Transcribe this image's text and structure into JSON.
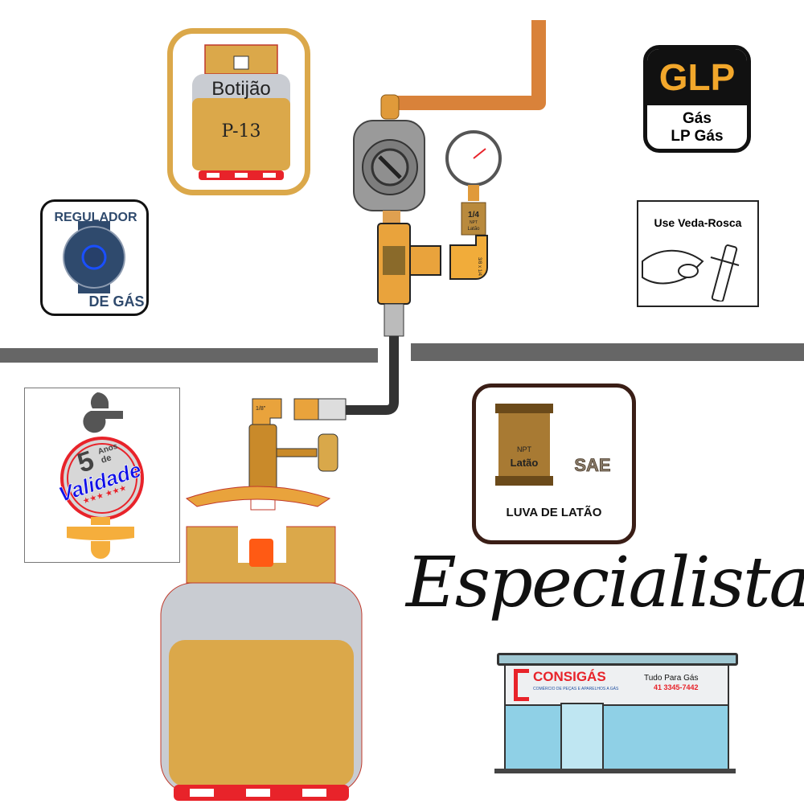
{
  "botijao_card": {
    "title": "Botijão",
    "size": "P-13"
  },
  "regulador_card": {
    "line1": "REGULADOR",
    "line2": "DE GÁS"
  },
  "glp_card": {
    "title": "GLP",
    "line1": "Gás",
    "line2": "LP Gás"
  },
  "veda_card": {
    "title": "Use Veda-Rosca"
  },
  "validade_card": {
    "years": "5",
    "anos": "Anos",
    "de": "de",
    "label": "Validade"
  },
  "luva_card": {
    "npt": "NPT",
    "material": "Latão",
    "sae": "SAE",
    "caption": "LUVA DE LATÃO"
  },
  "diagram": {
    "gauge_fitting_size": "1/4",
    "gauge_fitting_npt": "NPT",
    "gauge_fitting_material": "Latão",
    "elbow_label": "3/8 x 1/4",
    "valve_elbow_label": "1/8\""
  },
  "headline": "Especialistas",
  "store": {
    "brand": "CONSIGÁS",
    "tagline": "COMÉRCIO DE PEÇAS E APARELHOS A GÁS",
    "slogan": "Tudo Para Gás",
    "phone": "41 3345-7442"
  },
  "colors": {
    "gold": "#dba84a",
    "copper": "#d9823a",
    "dark_bar": "#666666",
    "red": "#e8232a",
    "blue": "#1f4fa0"
  }
}
